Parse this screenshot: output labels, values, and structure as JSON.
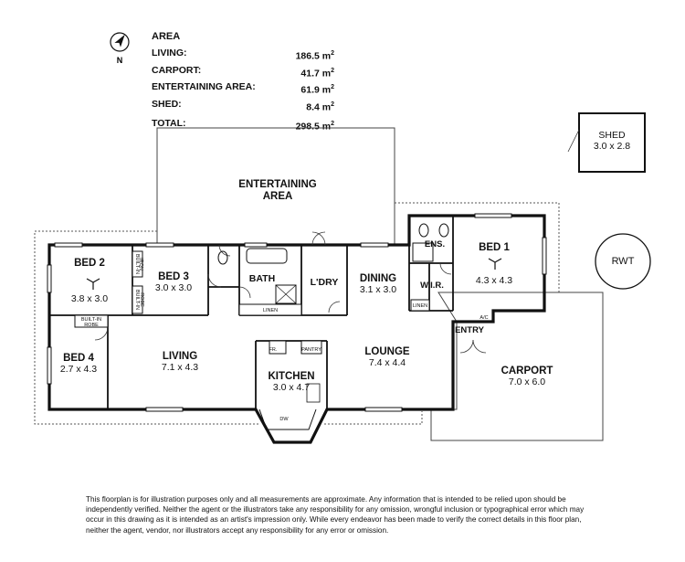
{
  "area_table": {
    "title": "AREA",
    "rows": [
      {
        "label": "LIVING:",
        "value": "186.5 m",
        "sup": "2"
      },
      {
        "label": "CARPORT:",
        "value": "41.7 m",
        "sup": "2"
      },
      {
        "label": "ENTERTAINING AREA:",
        "value": "61.9 m",
        "sup": "2"
      },
      {
        "label": "SHED:",
        "value": "8.4 m",
        "sup": "2"
      }
    ],
    "total": {
      "label": "TOTAL:",
      "value": "298.5 m",
      "sup": "2"
    }
  },
  "compass": {
    "letter": "N"
  },
  "rooms": {
    "entertaining": {
      "name1": "ENTERTAINING",
      "name2": "AREA"
    },
    "shed": {
      "name": "SHED",
      "dim": "3.0 x 2.8"
    },
    "rwt": {
      "name": "RWT"
    },
    "bed2": {
      "name": "BED 2",
      "dim": "3.8 x 3.0"
    },
    "bed3": {
      "name": "BED 3",
      "dim": "3.0 x 3.0"
    },
    "bed4": {
      "name": "BED 4",
      "dim": "2.7 x 4.3"
    },
    "bath": {
      "name": "BATH"
    },
    "laundry": {
      "name": "L'DRY"
    },
    "dining": {
      "name": "DINING",
      "dim": "3.1 x 3.0"
    },
    "bed1": {
      "name": "BED 1",
      "dim": "4.3 x 4.3"
    },
    "ens": {
      "name": "ENS."
    },
    "wir": {
      "name": "W.I.R."
    },
    "living": {
      "name": "LIVING",
      "dim": "7.1 x 4.3"
    },
    "kitchen": {
      "name": "KITCHEN",
      "dim": "3.0 x 4.7"
    },
    "lounge": {
      "name": "LOUNGE",
      "dim": "7.4 x 4.4"
    },
    "entry": {
      "name": "ENTRY"
    },
    "carport": {
      "name": "CARPORT",
      "dim": "7.0 x 6.0"
    }
  },
  "small_labels": {
    "iron_robe": "IRON",
    "iron_robe2": "BUILT-IN",
    "builtin_robe_v": "BUILT-IN",
    "robe": "ROBE",
    "builtin_robe_h": "BUILT-IN",
    "linen_bath": "LINEN",
    "linen_bed1": "LINEN",
    "fr": "FR.",
    "pantry": "PANTRY",
    "dw": "DW",
    "ac": "A/C"
  },
  "disclaimer": "This floorplan is for illustration purposes only and all measurements are approximate. Any information that is intended to be relied upon should be independently verified. Neither the agent or the illustrators take any responsibility for any omission, wrongful inclusion or typographical error which may occur in this drawing as it is intended as an artist's impression only. While every endeavor has been made to verify the correct details in this floor plan, neither the agent, vendor, nor illustrators accept any responsibility for any error or omission."
}
